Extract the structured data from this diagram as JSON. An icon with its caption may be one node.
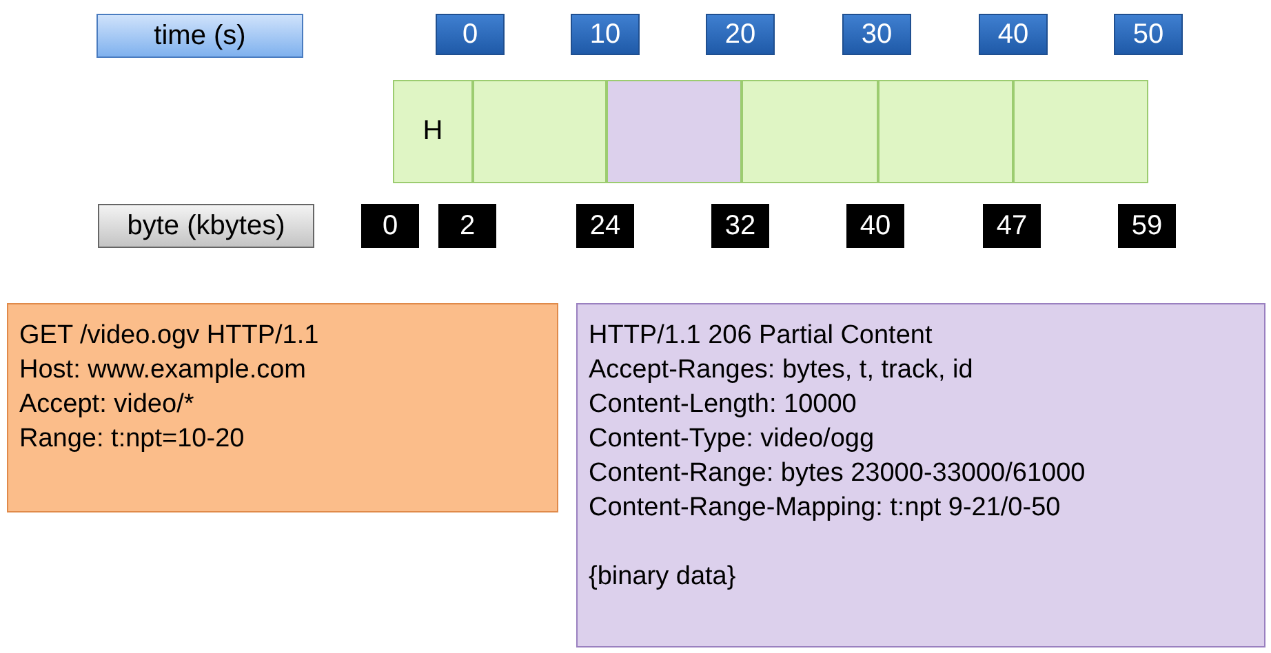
{
  "diagram": {
    "nodes": [
      {
        "text": [
          "time (s)"
        ]
      },
      {
        "text": [
          "0"
        ]
      },
      {
        "text": [
          "10"
        ]
      },
      {
        "text": [
          "20"
        ]
      },
      {
        "text": [
          "30"
        ]
      },
      {
        "text": [
          "40"
        ]
      },
      {
        "text": [
          "50"
        ]
      },
      {
        "text": [
          "H"
        ]
      },
      {
        "text": [],
        "shape": "box"
      },
      {
        "text": [],
        "shape": "box"
      },
      {
        "text": [],
        "shape": "box"
      },
      {
        "text": [],
        "shape": "box"
      },
      {
        "text": [],
        "shape": "box"
      },
      {
        "text": [
          "byte (kbytes)"
        ]
      },
      {
        "text": [
          "0"
        ]
      },
      {
        "text": [
          "2"
        ]
      },
      {
        "text": [
          "24"
        ]
      },
      {
        "text": [
          "32"
        ]
      },
      {
        "text": [
          "40"
        ]
      },
      {
        "text": [
          "47"
        ]
      },
      {
        "text": [
          "59"
        ]
      },
      {
        "text": [
          "GET /video.ogv HTTP/1.1",
          "Host: www.example.com",
          "Accept: video/*",
          "Range: t:npt=10-20"
        ]
      },
      {
        "text": [
          "HTTP/1.1 206 Partial Content",
          "Accept-Ranges: bytes, t, track, id",
          "Content-Length: 10000",
          "Content-Type: video/ogg",
          "Content-Range: bytes 23000-33000/61000",
          "Content-Range-Mapping: t:npt 9-21/0-50",
          "{binary data}"
        ]
      }
    ],
    "edges": []
  }
}
